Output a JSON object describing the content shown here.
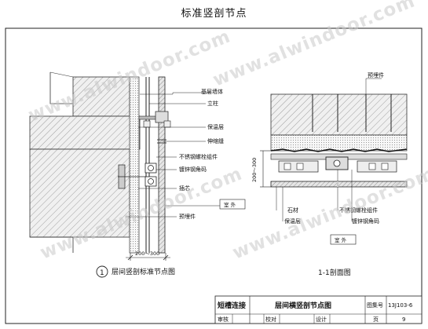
{
  "title": "标准竖剖节点",
  "watermark": "www.alwindoor.com",
  "left_view": {
    "labels": {
      "base_wall": "基层墙体",
      "column": "立柱",
      "insulation": "保温层",
      "expansion_joint": "伸缩缝",
      "ss_bolt": "不锈钢螺栓组件",
      "galv_angle": "镀锌钢角码",
      "core": "插芯",
      "embed": "预埋件",
      "outdoor": "室 外",
      "dimension": "200～300"
    },
    "caption_number": "1",
    "caption": "层间竖剖标准节点图"
  },
  "right_view": {
    "labels": {
      "embed": "预埋件",
      "dimension": "200～300",
      "stone": "石材",
      "insulation": "保温层",
      "ss_bolt": "不锈钢螺栓组件",
      "galv_angle": "镀锌钢角码",
      "outdoor": "室 外"
    },
    "caption": "1-1剖面图"
  },
  "title_block": {
    "category": "短槽连接",
    "drawing_name": "层间横竖剖节点图",
    "atlas_label": "图集号",
    "atlas_no": "13J103-6",
    "review_label": "审核",
    "check_label": "校对",
    "design_label": "设计",
    "page_label": "页",
    "page_no": "9"
  }
}
